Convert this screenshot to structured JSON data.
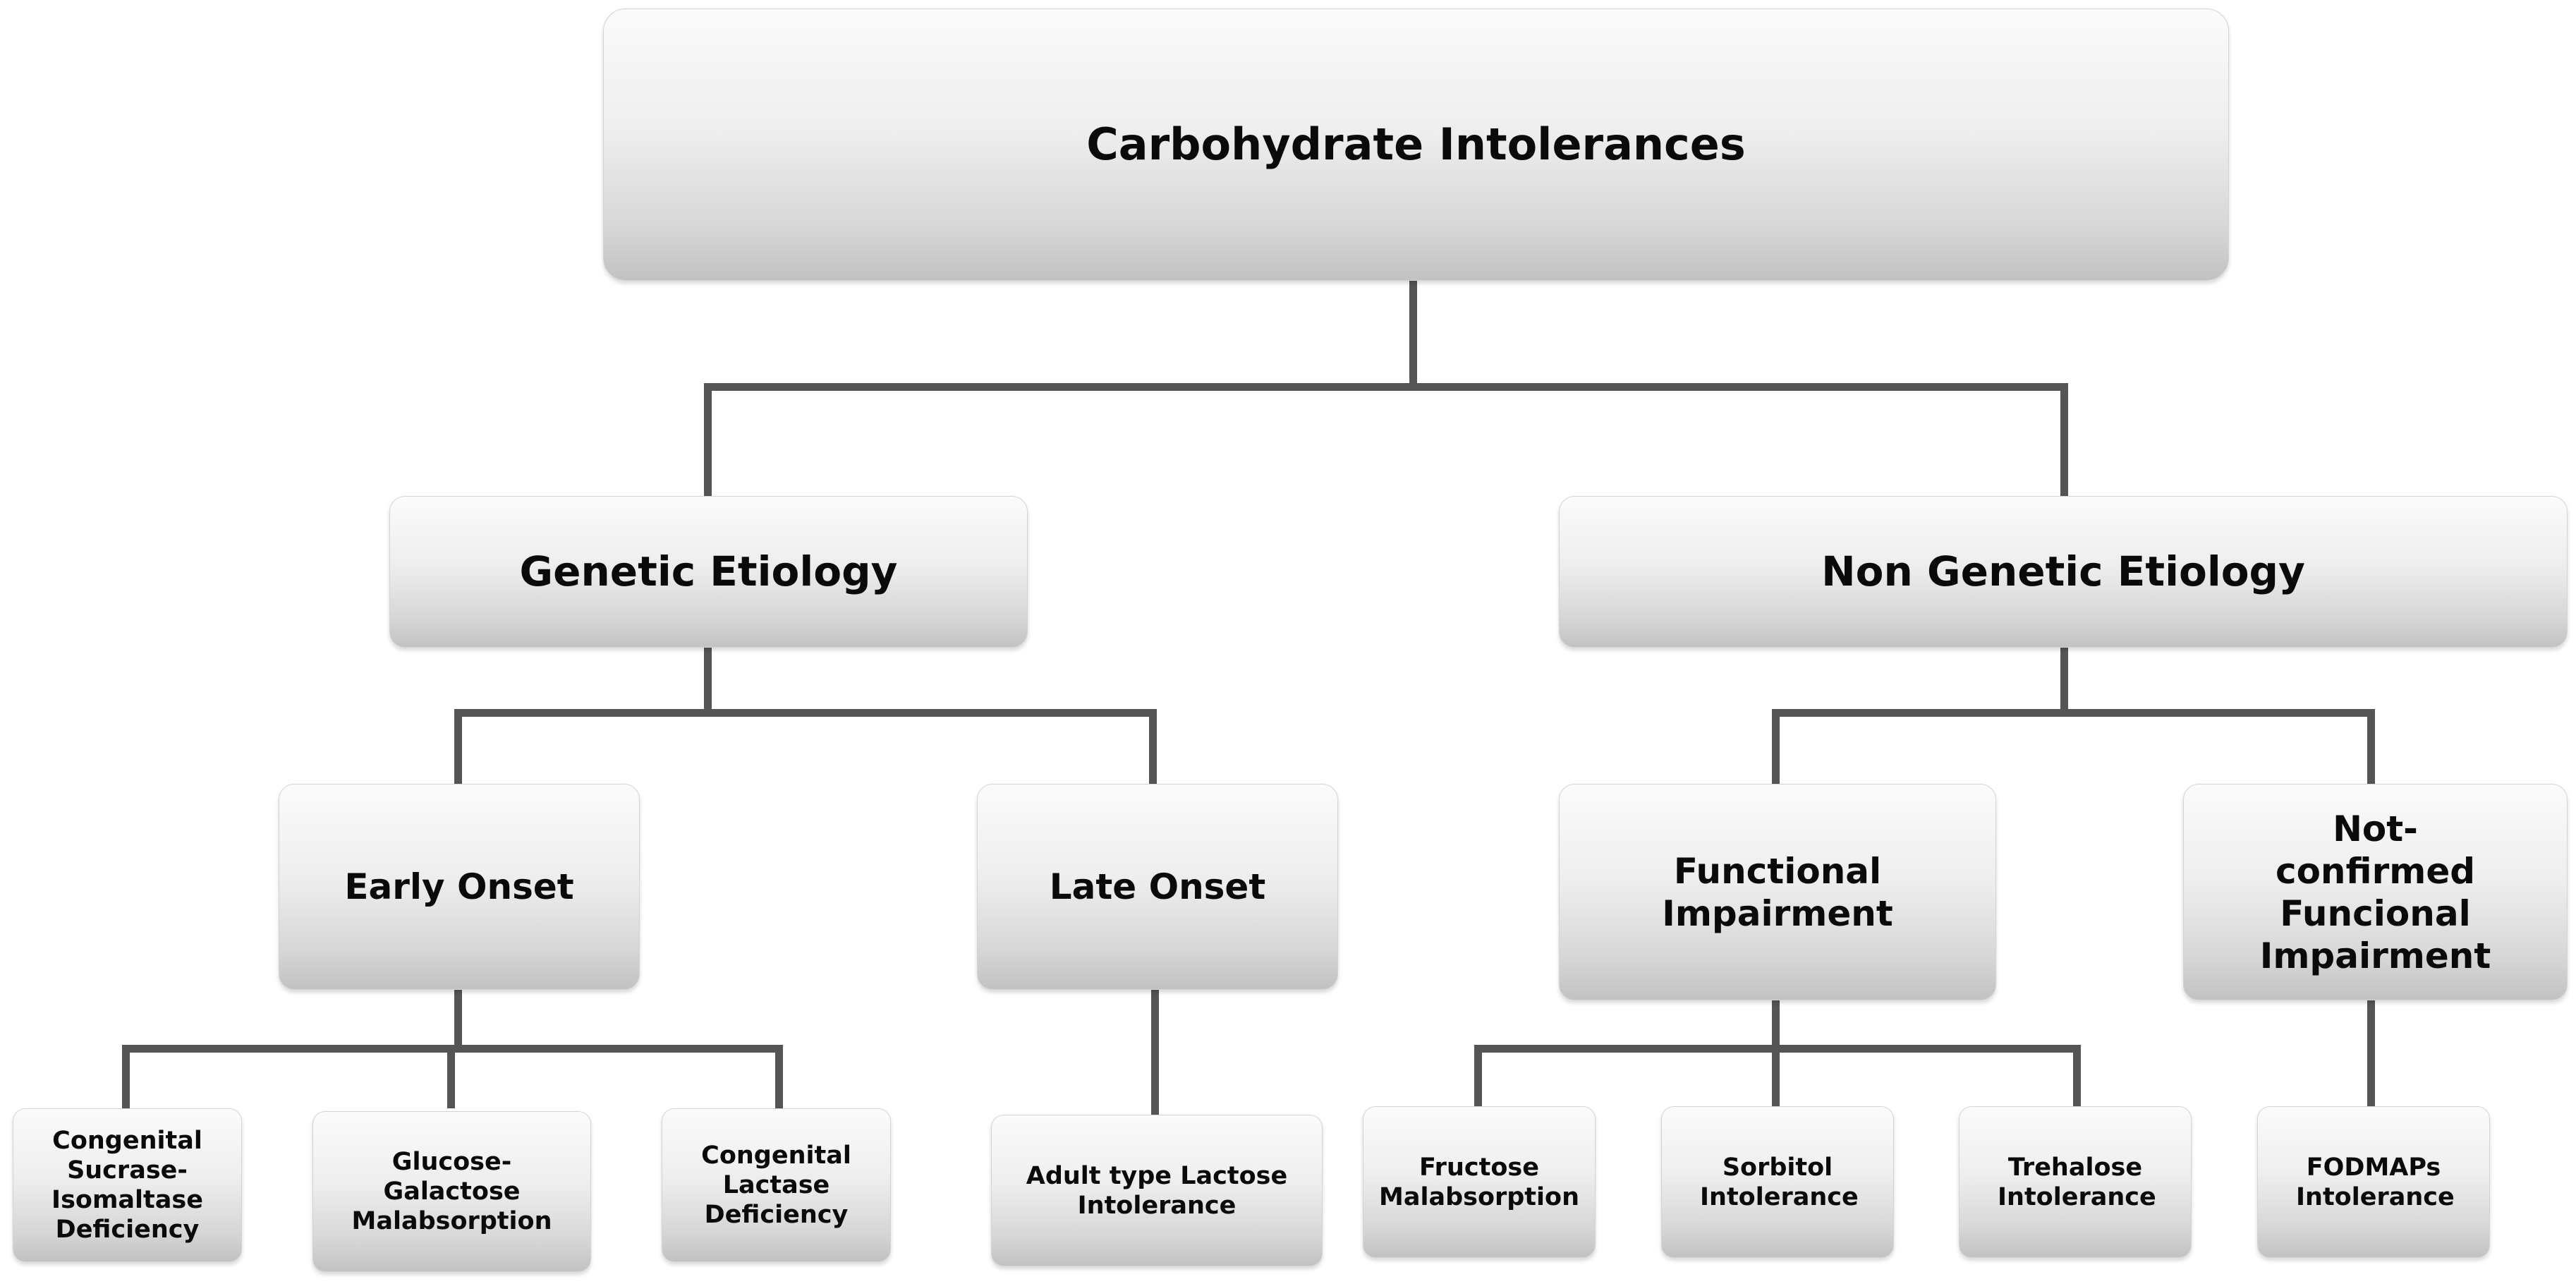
{
  "diagram": {
    "root": {
      "label": "Carbohydrate Intolerances"
    },
    "genetic": {
      "label": "Genetic Etiology",
      "early_onset": {
        "label": "Early Onset",
        "children": [
          "Congenital Sucrase-Isomaltase Deficiency",
          "Glucose-Galactose Malabsorption",
          "Congenital Lactase Deficiency"
        ]
      },
      "late_onset": {
        "label": "Late Onset",
        "children": [
          "Adult type Lactose Intolerance"
        ]
      }
    },
    "non_genetic": {
      "label": "Non Genetic Etiology",
      "functional": {
        "label": "Functional Impairment",
        "children": [
          "Fructose Malabsorption",
          "Sorbitol Intolerance",
          "Trehalose Intolerance"
        ]
      },
      "not_confirmed": {
        "label": "Not-confirmed Funcional Impairment",
        "children": [
          "FODMAPs Intolerance"
        ]
      }
    }
  }
}
